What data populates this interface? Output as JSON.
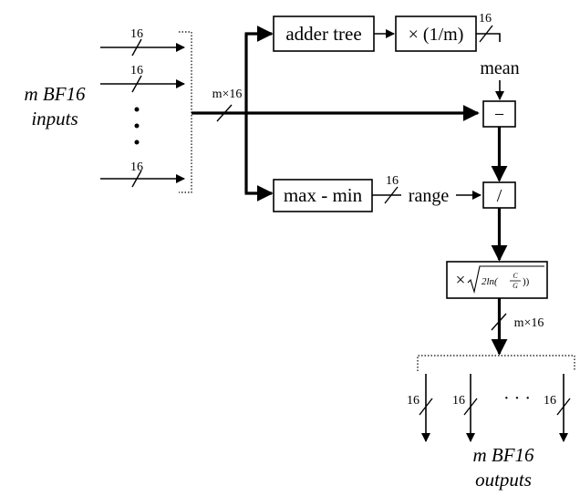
{
  "inputs_label": {
    "line1": "m BF16",
    "line2": "inputs"
  },
  "outputs_label": {
    "line1": "m BF16",
    "line2": "outputs"
  },
  "bus_width": "16",
  "bus_width_combined": "m×16",
  "blocks": {
    "adder_tree": "adder tree",
    "scale": "× (1/m)",
    "max_min": "max - min",
    "subtract": "−",
    "divide": "/",
    "multiply_prefix": "×",
    "sqrt_expr": {
      "fn": "2ln(",
      "num": "C",
      "den": "G",
      "close": "))"
    }
  },
  "signals": {
    "mean": "mean",
    "range": "range"
  },
  "ellipsis": "· · ·"
}
